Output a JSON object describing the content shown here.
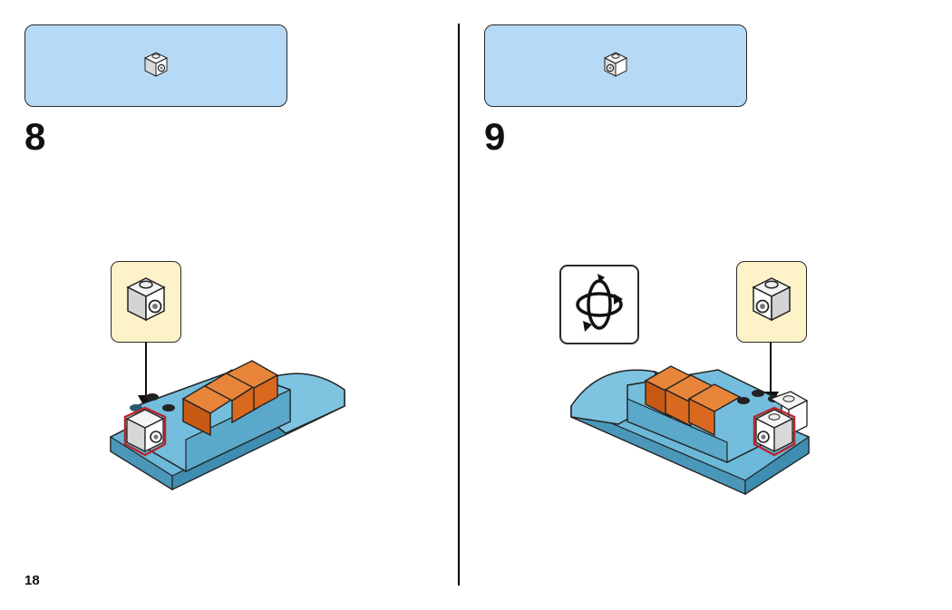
{
  "page": {
    "page_number": "18"
  },
  "steps": [
    {
      "number": "8",
      "parts_icon": "white-brick-with-side-stud-icon",
      "callout_icon": "white-brick-with-side-stud-icon",
      "rotate_model": false
    },
    {
      "number": "9",
      "parts_icon": "white-brick-with-side-stud-icon",
      "callout_icon": "white-brick-with-side-stud-icon",
      "rotate_model": true,
      "rotate_icon": "rotate-model-icon"
    }
  ],
  "colors": {
    "parts_box": "#b6d9f5",
    "callout": "#fdf2c8",
    "model_blue": "#6cb8d8",
    "model_orange": "#d9691f",
    "highlight": "#b5282e"
  }
}
